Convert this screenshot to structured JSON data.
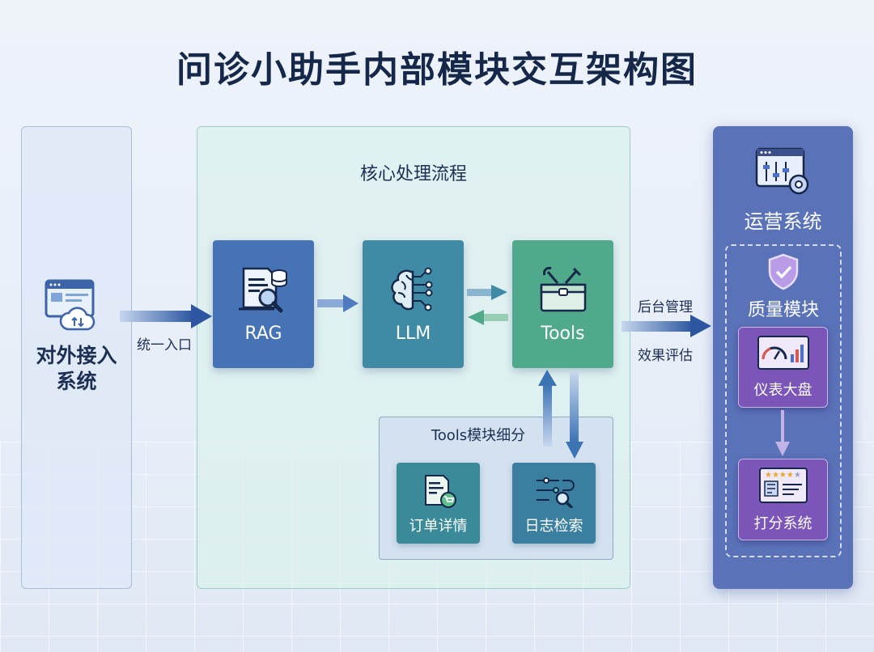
{
  "title": "问诊小助手内部模块交互架构图",
  "external": {
    "label_line1": "对外接入",
    "label_line2": "系统",
    "arrow_label": "统一入口"
  },
  "core": {
    "title": "核心处理流程",
    "nodes": {
      "rag": "RAG",
      "llm": "LLM",
      "tools": "Tools"
    },
    "tools_breakdown": {
      "title": "Tools模块细分",
      "order": "订单详情",
      "logs": "日志检索"
    }
  },
  "arrow_out": {
    "top": "后台管理",
    "bottom": "效果评估"
  },
  "ops": {
    "title": "运营系统",
    "quality": {
      "title": "质量模块",
      "dashboard": "仪表大盘",
      "scoring": "打分系统"
    }
  }
}
